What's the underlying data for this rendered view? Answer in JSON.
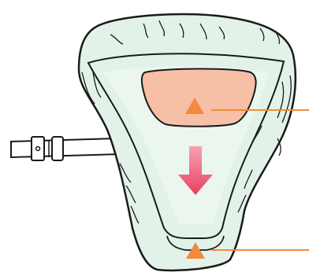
{
  "colors": {
    "fabric": "#e3f2e8",
    "fabric_shadow": "#cfe6d6",
    "outline": "#1a1a1a",
    "pad_fill": "#f7bfa5",
    "marker": "#f28a3c",
    "leader_line": "#f28a3c",
    "arrow_top": "#f5a3b4",
    "arrow_bottom": "#e8405f",
    "strap_fill": "#ffffff"
  },
  "icons": {
    "upper_marker": "triangle-up",
    "lower_marker": "triangle-up",
    "direction_arrow": "arrow-down"
  }
}
